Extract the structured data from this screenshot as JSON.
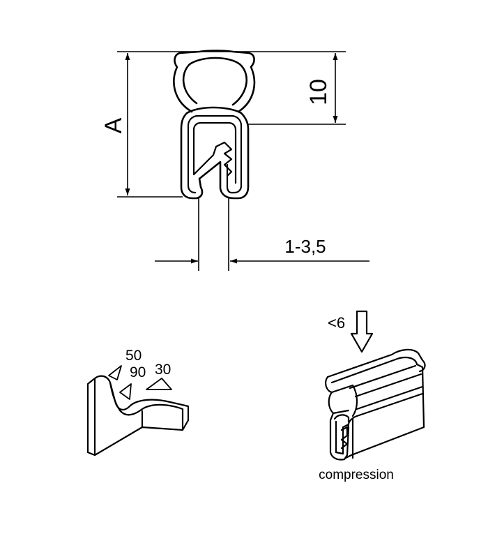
{
  "dimensions": {
    "height_label": "A",
    "bulb_label": "10",
    "thickness_label": "1-3,5"
  },
  "angles": {
    "a50": "50",
    "a90": "90",
    "a30": "30"
  },
  "compression": {
    "value_label": "<6",
    "caption": "compression"
  }
}
